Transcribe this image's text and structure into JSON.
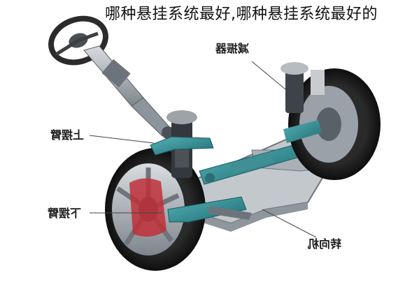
{
  "title": "哪种悬挂系统最好,哪种悬挂系统最好的",
  "labels": {
    "shock_absorber": "减振器",
    "upper_control_arm": "上摆臂",
    "lower_control_arm": "下摆臂",
    "steering_gear": "转向机"
  },
  "colors": {
    "steel": "#8e959c",
    "frame": "#aeb4ba",
    "teal": "#2f8a90",
    "tire": "#1f1f1f",
    "rim": "#b9bfc5",
    "brake": "#c0303a",
    "strut": "#3a3f45"
  }
}
